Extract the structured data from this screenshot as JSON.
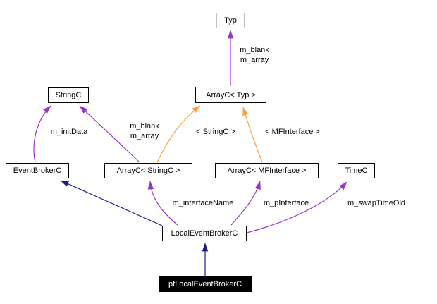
{
  "diagram": {
    "kind": "class-collaboration-graph",
    "colors": {
      "usage_edge": "#9932CC",
      "template_edge": "#FFA040",
      "inheritance_edge": "#1A1A8C",
      "node_border": "#000000",
      "undocumented_node_border": "#C0C0C0",
      "focus_node_background": "#000000",
      "focus_node_text": "#FFFFFF",
      "background": "#FFFFFF"
    },
    "nodes": [
      {
        "id": "typ",
        "label": "Typ"
      },
      {
        "id": "stringc",
        "label": "StringC"
      },
      {
        "id": "arrayc-typ",
        "label": "ArrayC< Typ >"
      },
      {
        "id": "eventbrokerc",
        "label": "EventBrokerC"
      },
      {
        "id": "arrayc-stringc",
        "label": "ArrayC< StringC >"
      },
      {
        "id": "arrayc-mfinterface",
        "label": "ArrayC< MFInterface >"
      },
      {
        "id": "timec",
        "label": "TimeC"
      },
      {
        "id": "localeventbrokerc",
        "label": "LocalEventBrokerC"
      },
      {
        "id": "pflocaleventbrokerc",
        "label": "pfLocalEventBrokerC"
      }
    ],
    "edge_labels": {
      "arrayctyp_to_typ": [
        "m_blank",
        "m_array"
      ],
      "evb_to_stringc": [
        "m_initData"
      ],
      "arraycstr_to_stringc": [
        "m_blank",
        "m_array"
      ],
      "template_stringc": [
        "< StringC >"
      ],
      "template_mfinterface": [
        "< MFInterface >"
      ],
      "local_to_arraycstr": [
        "m_interfaceName"
      ],
      "local_to_arraycmf": [
        "m_pInterface"
      ],
      "local_to_timec": [
        "m_swapTimeOld"
      ]
    }
  }
}
